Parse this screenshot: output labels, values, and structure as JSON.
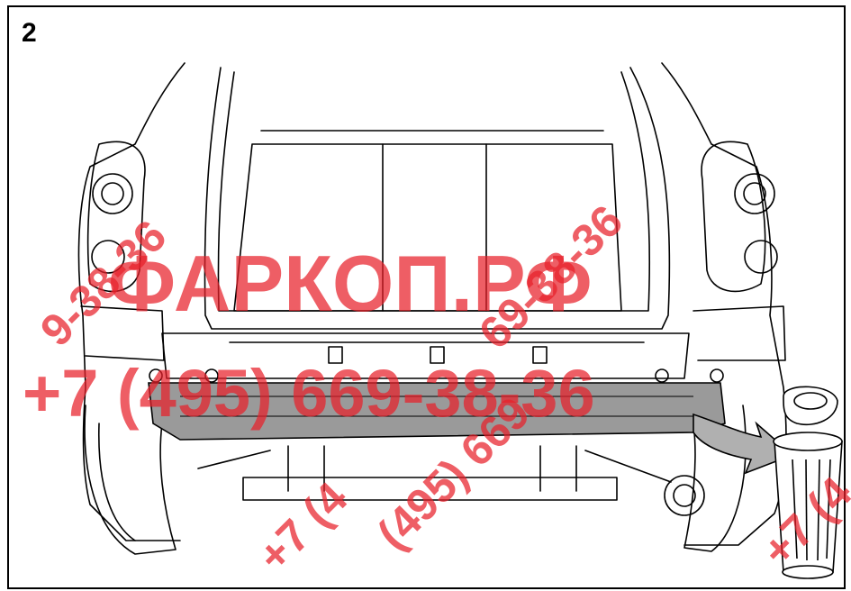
{
  "step": {
    "number": "2"
  },
  "watermark": {
    "brand": "ФАРКОП.РФ",
    "phone": "+7 (495) 669-38-36",
    "fragment_left": "9-38-36",
    "fragment_center": "69-38-36",
    "fragment_left2": "(495) 669",
    "fragment_plus_left": "+7 (4",
    "fragment_plus_right": "+7 (4",
    "color": "#e8202a"
  },
  "colors": {
    "line": "#000000",
    "beam_fill": "#9a9a9a",
    "arrow_fill": "#b0b0b0"
  },
  "icons": [
    "removal-arrow-icon",
    "waste-bin-icon"
  ]
}
